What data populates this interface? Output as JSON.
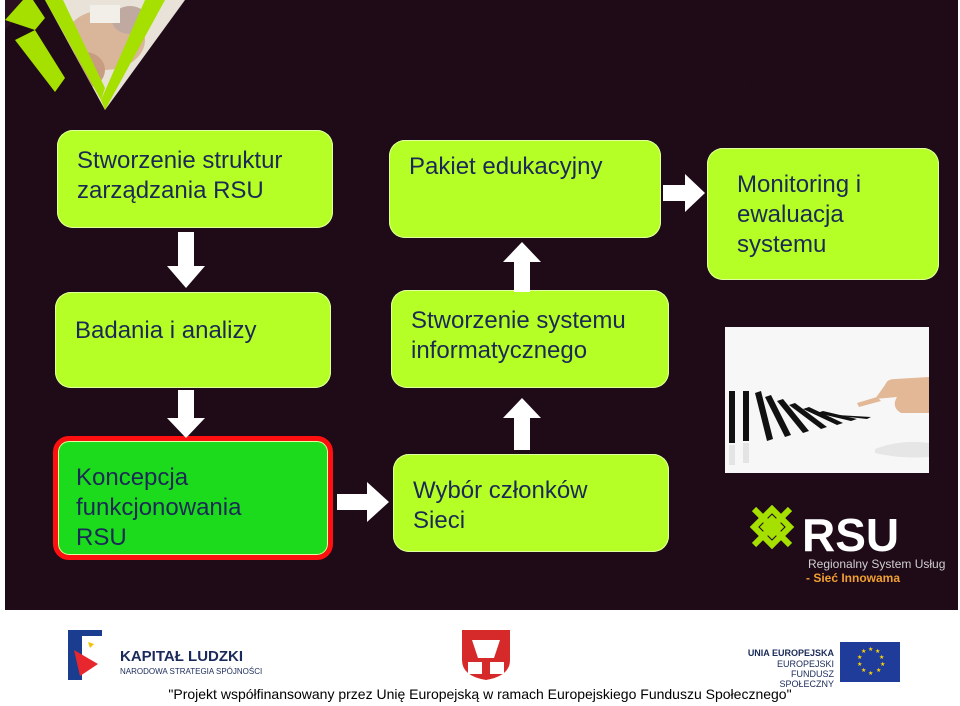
{
  "header": {
    "title": "ETAPY PRAC"
  },
  "boxes": {
    "b1": {
      "line1": "Stworzenie struktur",
      "line2": "zarządzania RSU"
    },
    "b2": {
      "line1": "Pakiet edukacyjny"
    },
    "b3": {
      "line1": "Monitoring i",
      "line2": "ewaluacja",
      "line3": "systemu"
    },
    "b4": {
      "line1": "Badania i analizy"
    },
    "b5": {
      "line1": "Stworzenie systemu",
      "line2": "informatycznego"
    },
    "b6": {
      "line1": "Koncepcja",
      "line2": "funkcjonowania",
      "line3": "RSU"
    },
    "b7": {
      "line1": "Wybór członków",
      "line2": "Sieci"
    }
  },
  "logo": {
    "rsu": "RSU",
    "line1": "Regionalny System Usług",
    "line2": "- Sieć Innowama"
  },
  "footer": {
    "kl_title": "KAPITAŁ LUDZKI",
    "kl_sub": "NARODOWA STRATEGIA SPÓJNOŚCI",
    "eu_line1": "UNIA EUROPEJSKA",
    "eu_line2": "EUROPEJSKI",
    "eu_line3": "FUNDUSZ SPOŁECZNY",
    "caption": "\"Projekt współfinansowany przez Unię Europejską w ramach Europejskiego Funduszu Społecznego\""
  },
  "colors": {
    "background": "#1f0a17",
    "box": "#b6ff26",
    "active_box": "#1cdb1c",
    "active_border": "#ff1010",
    "text": "#1b2a55",
    "arrow": "#ffffff"
  },
  "icons": [
    "people-photo",
    "domino-hand-photo",
    "rsu-logo-knot-icon",
    "kapital-ludzki-logo-icon",
    "coat-of-arms-icon",
    "eu-flag-icon"
  ]
}
